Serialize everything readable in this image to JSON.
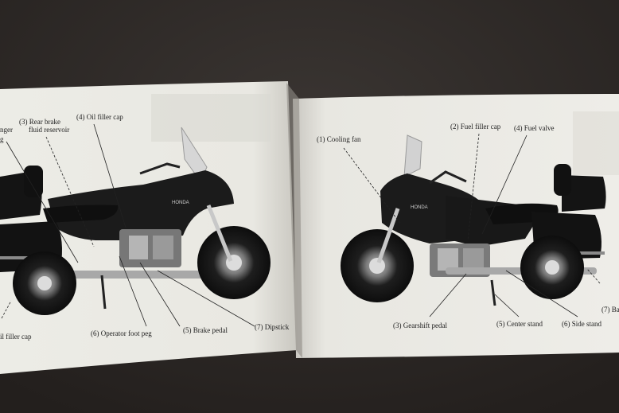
{
  "left_page": {
    "labels": [
      {
        "id": "l-frag-1",
        "text": "nger"
      },
      {
        "id": "l-frag-2",
        "text": "g"
      },
      {
        "id": "l-rear-brake-1",
        "text": "(3) Rear brake"
      },
      {
        "id": "l-rear-brake-2",
        "text": "fluid reservoir"
      },
      {
        "id": "l-oil-filler-cap",
        "text": "(4) Oil filler cap"
      },
      {
        "id": "l-operator-foot-peg",
        "text": "(6) Operator foot peg"
      },
      {
        "id": "l-brake-pedal",
        "text": "(5) Brake pedal"
      },
      {
        "id": "l-dipstick",
        "text": "(7) Dipstick"
      },
      {
        "id": "l-oil-filler-cap-bottom",
        "text": "il filler cap"
      }
    ]
  },
  "right_page": {
    "labels": [
      {
        "id": "r-cooling-fan",
        "text": "(1) Cooling fan"
      },
      {
        "id": "r-fuel-filler-cap",
        "text": "(2) Fuel filler cap"
      },
      {
        "id": "r-fuel-valve",
        "text": "(4) Fuel valve"
      },
      {
        "id": "r-gearshift-pedal",
        "text": "(3) Gearshift pedal"
      },
      {
        "id": "r-center-stand",
        "text": "(5) Center stand"
      },
      {
        "id": "r-side-stand",
        "text": "(6) Side stand"
      },
      {
        "id": "r-frag-ba",
        "text": "(7) Ba"
      }
    ]
  },
  "bike_badge": "HONDA"
}
